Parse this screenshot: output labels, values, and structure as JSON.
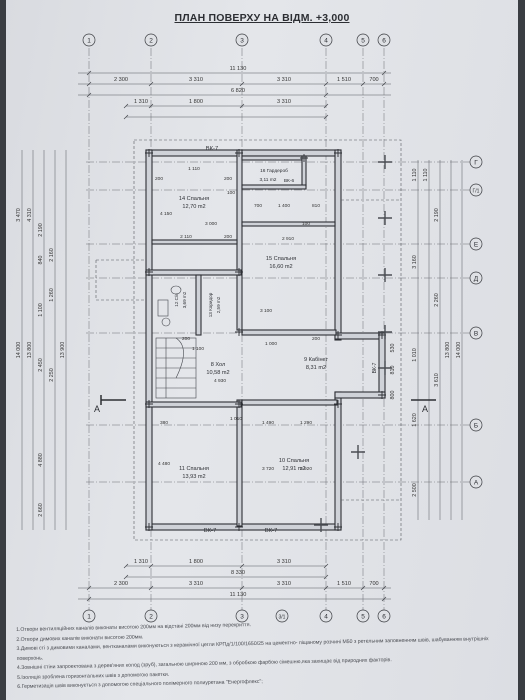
{
  "title": "ПЛАН ПОВЕРХУ НА ВІДМ. +3,000",
  "axes": {
    "top": [
      "1",
      "2",
      "3",
      "4",
      "5",
      "6"
    ],
    "bottom": [
      "1",
      "2",
      "3",
      "3/1",
      "4",
      "5",
      "6"
    ],
    "right": [
      "Г",
      "Г/1",
      "Е",
      "Д",
      "В",
      "Б",
      "А"
    ]
  },
  "section_marks": [
    "А",
    "А"
  ],
  "top_dims": {
    "row1": [
      "11 130"
    ],
    "row2": [
      "2 300",
      "3 310",
      "3 310",
      "1 510",
      "700"
    ],
    "row3": [
      "6 820"
    ],
    "row4": [
      "1 310",
      "1 800",
      "3 310"
    ]
  },
  "bottom_dims": {
    "row1": [
      "1 310",
      "1 800",
      "3 310"
    ],
    "row2": [
      "8 330"
    ],
    "row3": [
      "2 300",
      "3 310",
      "3 310",
      "1 510",
      "700"
    ],
    "row4": [
      "11 130"
    ]
  },
  "left_dims": [
    "3 470",
    "4 310",
    "840",
    "2 190",
    "1 260",
    "2 160",
    "1 100",
    "2 450",
    "2 250",
    "4 880",
    "2 660",
    "14 000",
    "13 800",
    "13 900"
  ],
  "right_dims": [
    "1 110",
    "1 110",
    "2 190",
    "3 160",
    "2 260",
    "1 010",
    "3 610",
    "1 620",
    "2 500",
    "14 000",
    "13 800",
    "530",
    "810",
    "800"
  ],
  "rooms": [
    {
      "num": "14",
      "name": "Спальня",
      "area": "12,70 m2"
    },
    {
      "num": "15",
      "name": "Спальня",
      "area": "16,60 m2"
    },
    {
      "num": "16",
      "name": "Гардероб",
      "area": "3,11 m2"
    },
    {
      "num": "8",
      "name": "Хол",
      "area": "10,58 m2"
    },
    {
      "num": "9",
      "name": "Кабінет",
      "area": "8,31 m2"
    },
    {
      "num": "11",
      "name": "Спальня",
      "area": "13,93 m2"
    },
    {
      "num": "10",
      "name": "Спальня",
      "area": "12,91 m2"
    },
    {
      "num": "12",
      "name": "С/в",
      "area": "3,69 m2"
    },
    {
      "num": "13",
      "name": "Коридор",
      "area": "2,59 m2"
    }
  ],
  "marks": {
    "vk7_top": "ВК-7",
    "vk7_bottom": "ВК-7",
    "vk6": "ВК-6",
    "vk7_right": "ВК-7"
  },
  "inner_dims": [
    "200",
    "1 110",
    "200",
    "2 110",
    "200",
    "100",
    "4 150",
    "2 910",
    "100",
    "1 400",
    "810",
    "700",
    "3 000",
    "3 100",
    "1 100",
    "200",
    "4 930",
    "1 000",
    "380",
    "4 480",
    "3 720",
    "3 920",
    "1 490",
    "1 290",
    "1 010",
    "200"
  ],
  "notes": [
    "1.Отвори вентиляційних каналів виконати висотою 200мм на відстані 200мм від низу перекриття.",
    "2.Отвори димових каналів виконати висотою 200мм.",
    "3.Димові сті з димовими каналами, вентканалами виконуються з керамічної цегли КРПд/1/100/1650/25 на цементно- піщаному розчині М50 з ретельним заповненням швів, шабуванням внутрішніх",
    "поверхонь.",
    "4.Зовнішні стіни запроектована з дерев'яних колод (зруб), загальною шириною 200 мм, з обробкою фарбою сімешню,яка захищає від природних факторів.",
    "5.Ізоляція зроблена горизонтальних швів з допомогою пакетки.",
    "6.Герметизація швів виконується з допомогою спеціального полімерного полиуретана \"Енергофлекс\";"
  ]
}
